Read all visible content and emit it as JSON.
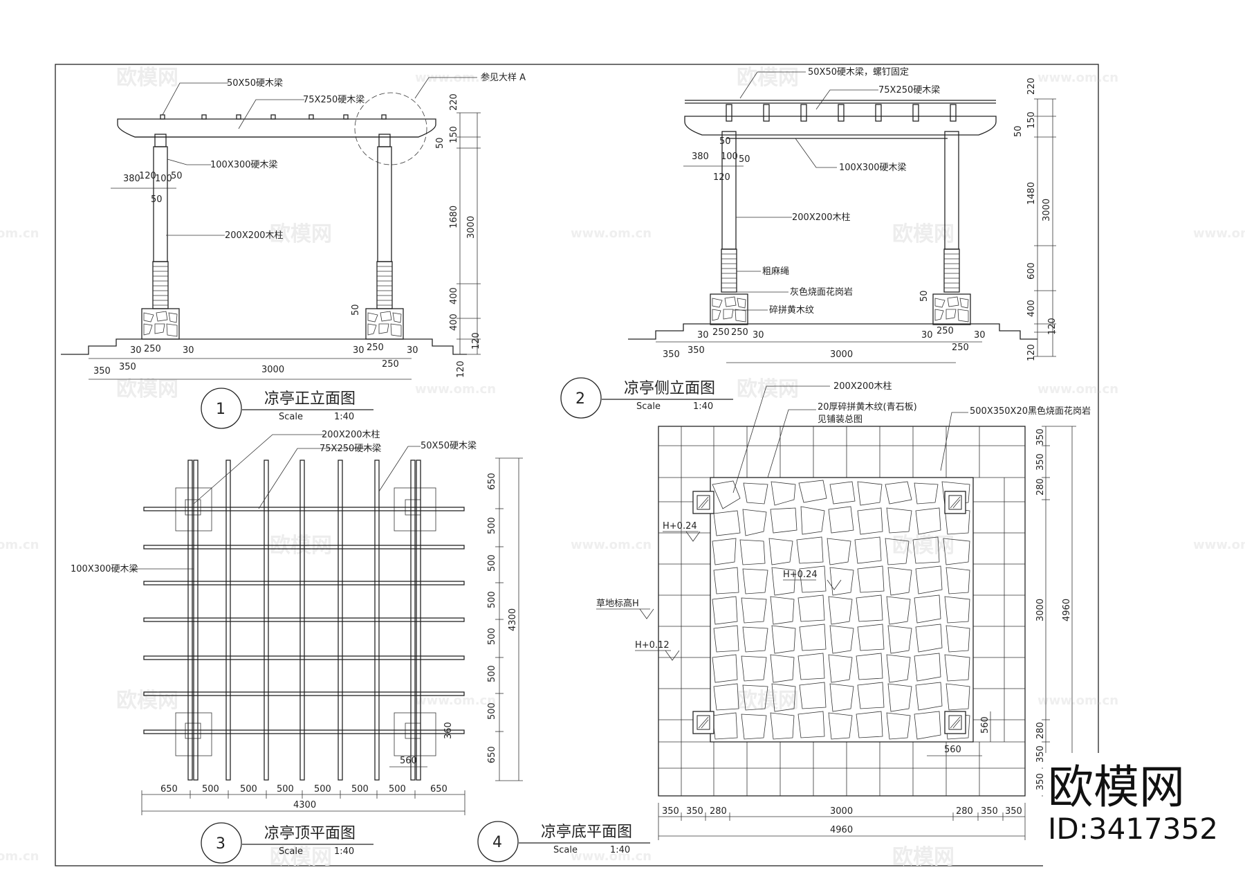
{
  "views": {
    "front": {
      "number": "1",
      "title": "凉亭正立面图",
      "scale_label": "Scale",
      "scale_value": "1:40",
      "labels": {
        "beam_50": "50X50硬木梁",
        "beam_75": "75X250硬木梁",
        "detail_ref": "参见大样 A",
        "beam_100": "100X300硬木梁",
        "post": "200X200木柱"
      },
      "dims": {
        "d380": "380",
        "d120": "120",
        "d100": "100",
        "d50a": "50",
        "d50b": "50",
        "d220": "220",
        "d150": "150",
        "d50c": "50",
        "d1680": "1680",
        "d3000v": "3000",
        "d400a": "400",
        "d400b": "400",
        "d120a": "120",
        "d120b": "120",
        "d50d": "50",
        "d30a": "30",
        "d250a": "250",
        "d30b": "30",
        "d30c": "30",
        "d250b": "250",
        "d30d": "30",
        "d350a": "350",
        "d350b": "350",
        "d250c": "250",
        "d3000h": "3000"
      }
    },
    "side": {
      "number": "2",
      "title": "凉亭侧立面图",
      "scale_label": "Scale",
      "scale_value": "1:40",
      "labels": {
        "beam_50": "50X50硬木梁，螺钉固定",
        "beam_75": "75X250硬木梁",
        "beam_100": "100X300硬木梁",
        "post": "200X200木柱",
        "rope": "粗麻绳",
        "granite": "灰色烧面花岗岩",
        "stone": "碎拼黄木纹"
      },
      "dims": {
        "d380": "380",
        "d100": "100",
        "d50a": "50",
        "d50b": "50",
        "d120": "120",
        "d220": "220",
        "d150": "150",
        "d50c": "50",
        "d1480": "1480",
        "d3000v": "3000",
        "d600": "600",
        "d400": "400",
        "d120a": "120",
        "d120b": "120",
        "d50d": "50",
        "d30a": "30",
        "d250a": "250",
        "d250b": "250",
        "d30b": "30",
        "d30c": "30",
        "d250c": "250",
        "d30d": "30",
        "d350a": "350",
        "d350b": "350",
        "d3000h": "3000"
      }
    },
    "top": {
      "number": "3",
      "title": "凉亭顶平面图",
      "scale_label": "Scale",
      "scale_value": "1:40",
      "labels": {
        "post": "200X200木柱",
        "beam_75": "75X250硬木梁",
        "beam_50": "50X50硬木梁",
        "beam_100": "100X300硬木梁"
      },
      "bottom_dims": [
        "650",
        "500",
        "500",
        "500",
        "500",
        "500",
        "500",
        "650"
      ],
      "bottom_total": "4300",
      "right_dims": [
        "650",
        "500",
        "500",
        "500",
        "500",
        "500",
        "500",
        "650"
      ],
      "right_total": "4300",
      "d560": "560",
      "d360": "360"
    },
    "bottom": {
      "number": "4",
      "title": "凉亭底平面图",
      "scale_label": "Scale",
      "scale_value": "1:40",
      "labels": {
        "post": "200X200木柱",
        "paving_line1": "20厚碎拼黄木纹(青石板)",
        "paving_line2": "见铺装总图",
        "granite": "500X350X20黑色烧面花岗岩",
        "h024a": "H+0.24",
        "h024b": "H+0.24",
        "grass": "草地标高H",
        "h012": "H+0.12"
      },
      "bottom_dims": [
        "350",
        "350",
        "280",
        "3000",
        "280",
        "350",
        "350"
      ],
      "bottom_total": "4960",
      "right_dims": [
        "350",
        "350",
        "280",
        "3000",
        "280",
        "350",
        "350"
      ],
      "right_total": "4960",
      "d560a": "560",
      "d560b": "560"
    }
  },
  "watermark": {
    "brand": "欧模网",
    "url": "www.om.cn",
    "url_partial": "om.cn"
  },
  "logo": {
    "text": "欧模网",
    "id": "ID:3417352"
  }
}
